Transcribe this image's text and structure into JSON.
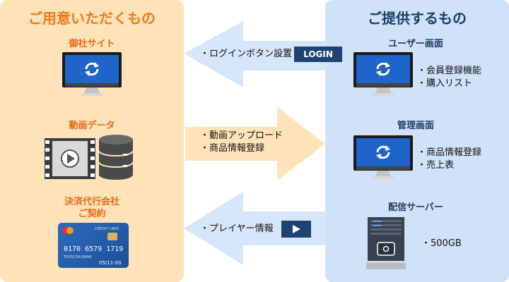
{
  "left": {
    "title": "ご用意いただくもの",
    "site_label": "御社サイト",
    "video_label": "動画データ",
    "payment_label_line1": "決済代行会社",
    "payment_label_line2": "ご契約",
    "card": {
      "name": "CREDIT CARD",
      "number_parts": [
        "0170",
        "6579",
        "1719"
      ],
      "bank": "TOPSCON BANK",
      "expiry": "05/11-00"
    }
  },
  "right": {
    "title": "ご提供するもの",
    "user_screen_label": "ユーザー画面",
    "user_screen_items": [
      "・会員登録機能",
      "・購入リスト"
    ],
    "admin_screen_label": "管理画面",
    "admin_screen_items": [
      "・商品情報登録",
      "・売上表"
    ],
    "server_label": "配信サーバー",
    "server_items": [
      "・500GB"
    ]
  },
  "arrows": {
    "login": {
      "text": "・ログインボタン設置",
      "badge": "LOGIN"
    },
    "upload": {
      "items": [
        "・動画アップロード",
        "・商品情報登録"
      ]
    },
    "player": {
      "text": "・プレイヤー情報"
    }
  },
  "colors": {
    "left_panel": "#fde3b7",
    "right_panel": "#cfe2f7",
    "left_accent": "#ee7a1b",
    "right_accent": "#1e4271",
    "arrow_blue": "#d5e6fa",
    "arrow_orange": "#fde3b7",
    "monitor_screen": "#1f64c8"
  },
  "icons": [
    "monitor-icon",
    "refresh-icon",
    "film-strip-icon",
    "play-icon",
    "database-icon",
    "credit-card-icon",
    "server-icon"
  ]
}
